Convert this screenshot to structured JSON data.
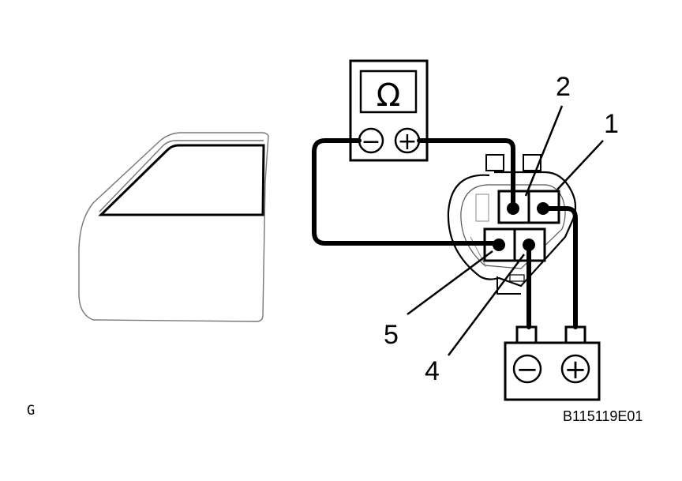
{
  "diagram": {
    "meter": {
      "symbol": "Ω",
      "neg_symbol": "−",
      "pos_symbol": "+"
    },
    "battery": {
      "neg_symbol": "−",
      "pos_symbol": "+"
    },
    "pins": [
      "1",
      "2",
      "4",
      "5"
    ],
    "corner_mark": "G",
    "figure_code": "B115119E01"
  }
}
